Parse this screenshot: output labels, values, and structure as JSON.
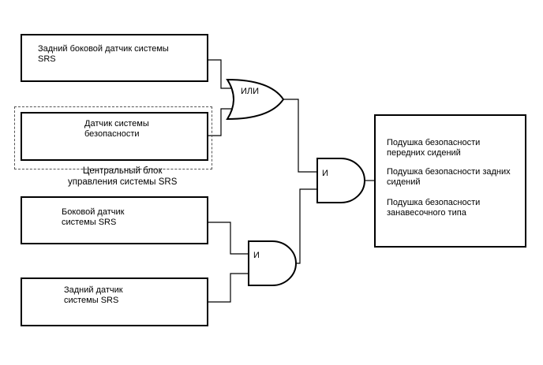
{
  "inputs": {
    "rear_side_sensor": "Задний боковой датчик системы\nSRS",
    "safety_sensor": "Датчик системы\nбезопасности",
    "side_sensor": "Боковой датчик\nсистемы SRS",
    "rear_sensor": "Задний датчик\nсистемы SRS"
  },
  "central_unit_label": "Центральный блок\nуправления системы SRS",
  "gates": {
    "or_label": "ИЛИ",
    "and_top_label": "И",
    "and_bottom_label": "И"
  },
  "outputs": {
    "front_airbags": "Подушка безопасности\nпередних сидений",
    "rear_airbags": "Подушка безопасности задних\nсидений",
    "curtain_airbags": "Подушка безопасности\nзанавесочного типа"
  }
}
